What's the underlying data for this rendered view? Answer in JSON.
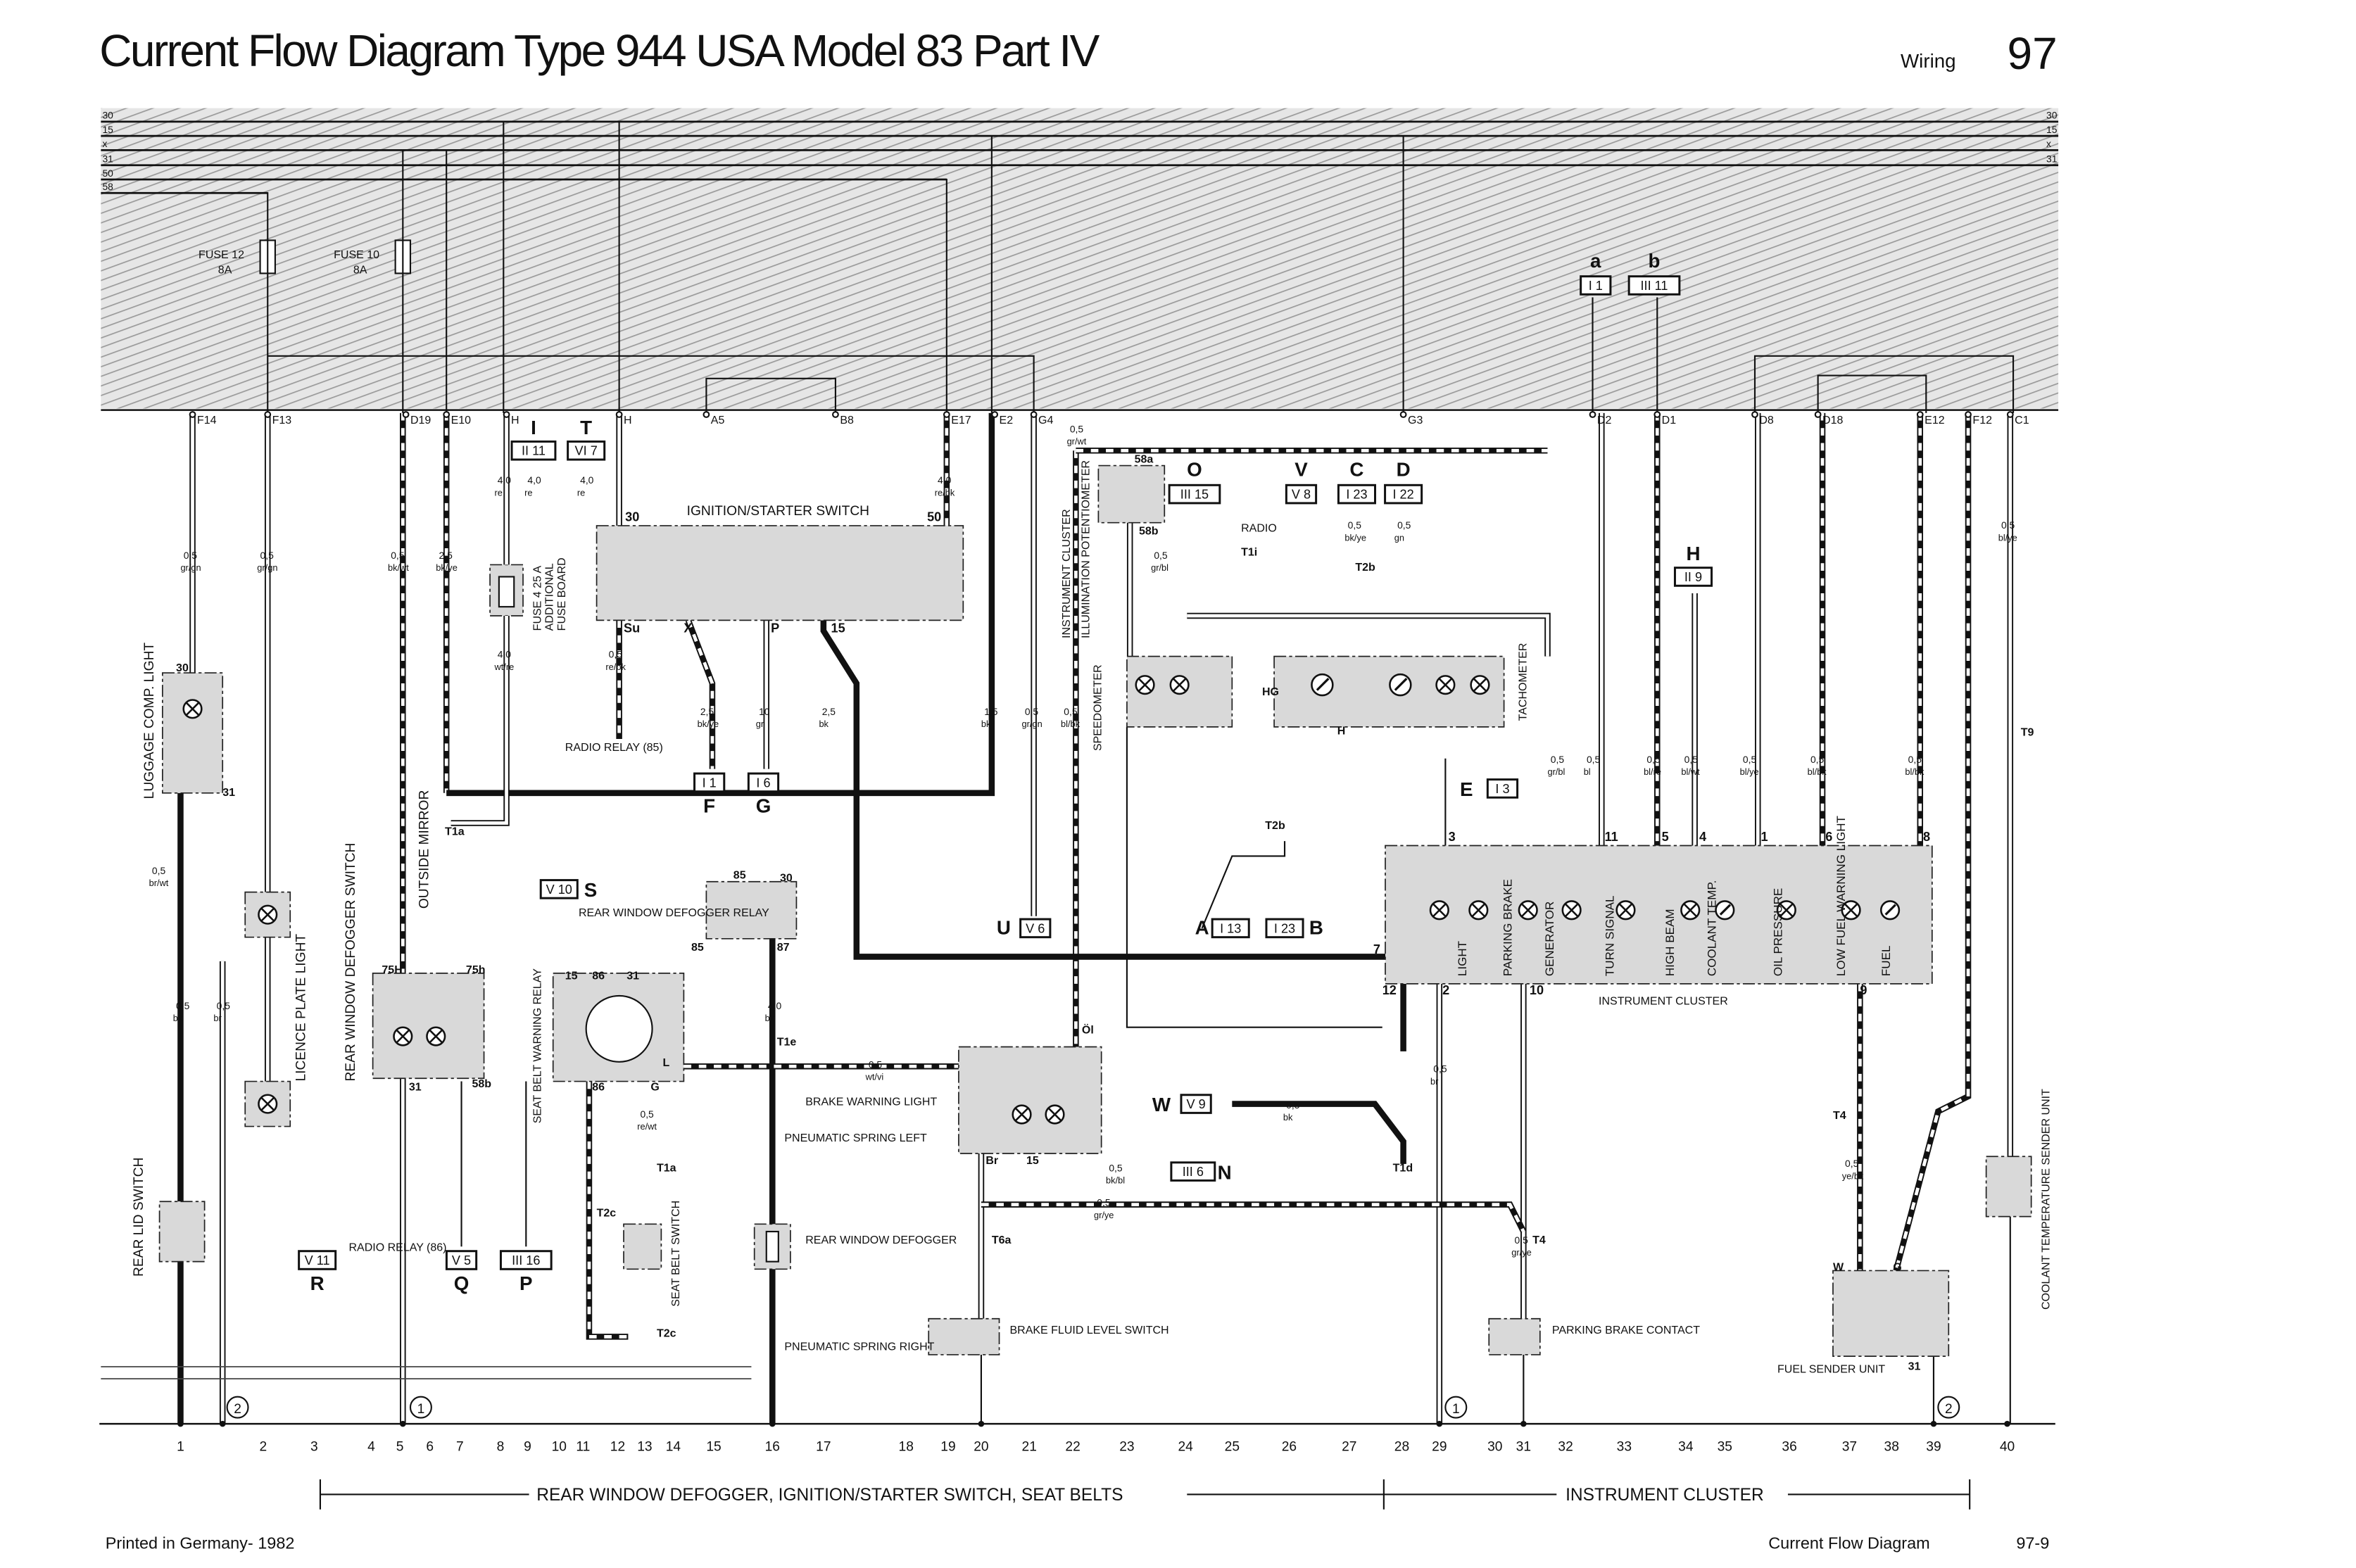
{
  "header": {
    "title": "Current Flow Diagram Type 944 USA  Model 83  Part IV",
    "section": "Wiring",
    "page": "97"
  },
  "bus_lines": [
    "30",
    "15",
    "x",
    "31",
    "50",
    "58"
  ],
  "fuses": [
    {
      "name": "FUSE 12",
      "rating": "8A"
    },
    {
      "name": "FUSE 10",
      "rating": "8A"
    },
    {
      "name": "FUSE 4  25 A",
      "sub": "ADDITIONAL",
      "sub2": "FUSE BOARD"
    }
  ],
  "terminals": [
    "F14",
    "F13",
    "D19",
    "E10",
    "H",
    "H",
    "A5",
    "B8",
    "E17",
    "E2",
    "G4",
    "G3",
    "D2",
    "D1",
    "D8",
    "D18",
    "E12",
    "F12",
    "C1"
  ],
  "connector_refs": [
    {
      "letter": "I",
      "ref": "II 11"
    },
    {
      "letter": "T",
      "ref": "VI 7"
    },
    {
      "letter": "a",
      "ref": "I 1"
    },
    {
      "letter": "b",
      "ref": "III 11"
    },
    {
      "letter": "O",
      "ref": "III 15"
    },
    {
      "letter": "V",
      "ref": "V 8"
    },
    {
      "letter": "C",
      "ref": "I 23"
    },
    {
      "letter": "D",
      "ref": "I 22"
    },
    {
      "letter": "H",
      "ref": "II 9"
    },
    {
      "letter": "E",
      "ref": "I 3"
    },
    {
      "letter": "F",
      "ref": "I 1"
    },
    {
      "letter": "G",
      "ref": "I 6"
    },
    {
      "letter": "U",
      "ref": "V 6"
    },
    {
      "letter": "A",
      "ref": "I 13"
    },
    {
      "letter": "B",
      "ref": "I 23"
    },
    {
      "letter": "S",
      "ref": "V 10"
    },
    {
      "letter": "R",
      "ref": "V 11"
    },
    {
      "letter": "Q",
      "ref": "V 5"
    },
    {
      "letter": "P",
      "ref": "III 16"
    },
    {
      "letter": "W",
      "ref": "V 9"
    },
    {
      "letter": "N",
      "ref": "III 6"
    }
  ],
  "components": {
    "luggage_light": "LUGGAGE COMP. LIGHT",
    "licence_light": "LICENCE PLATE LIGHT",
    "rear_lid_switch": "REAR LID SWITCH",
    "defogger_switch": "REAR WINDOW DEFOGGER SWITCH",
    "outside_mirror": "OUTSIDE MIRROR",
    "ignition_switch": "IGNITION/STARTER SWITCH",
    "radio_relay_85": "RADIO RELAY (85)",
    "radio_relay_86": "RADIO RELAY (86)",
    "seat_belt_relay": "SEAT BELT WARNING RELAY",
    "defogger_relay": "REAR WINDOW DEFOGGER RELAY",
    "seat_belt_switch": "SEAT BELT SWITCH",
    "spring_left": "PNEUMATIC SPRING LEFT",
    "rear_defogger": "REAR WINDOW DEFOGGER",
    "spring_right": "PNEUMATIC SPRING RIGHT",
    "brake_warning": "BRAKE WARNING LIGHT",
    "brake_fluid": "BRAKE FLUID LEVEL SWITCH",
    "instrument_cluster_v": "INSTRUMENT CLUSTER",
    "illum_pot": "ILLUMINATION POTENTIOMETER",
    "speedometer": "SPEEDOMETER",
    "tachometer": "TACHOMETER",
    "radio": "RADIO",
    "instrument_cluster": "INSTRUMENT CLUSTER",
    "parking_brake_contact": "PARKING BRAKE CONTACT",
    "fuel_sender": "FUEL SENDER UNIT",
    "coolant_sender": "COOLANT TEMPERATURE SENDER UNIT"
  },
  "cluster_indicators": [
    "LIGHT",
    "PARKING BRAKE",
    "GENERATOR",
    "TURN SIGNAL",
    "HIGH BEAM",
    "COOLANT TEMP.",
    "OIL PRESSURE",
    "LOW FUEL WARNING LIGHT",
    "FUEL"
  ],
  "cluster_pins": [
    "3",
    "11",
    "5",
    "4",
    "1",
    "6",
    "8",
    "7",
    "12",
    "2",
    "10",
    "9"
  ],
  "switch_pins": [
    "30",
    "50",
    "Su",
    "X",
    "P",
    "15"
  ],
  "misc_pins": [
    "58a",
    "58b",
    "75H",
    "75h",
    "58b",
    "31",
    "86",
    "30",
    "85",
    "87",
    "15",
    "31",
    "85",
    "86",
    "G",
    "L",
    "Öl",
    "Br",
    "15",
    "HG",
    "H",
    "W",
    "G",
    "31",
    "30",
    "31"
  ],
  "plug_labels": [
    "T1a",
    "T1e",
    "T2c",
    "T1a",
    "T2c",
    "T1d",
    "T4",
    "T4",
    "T6a",
    "T9",
    "T2b",
    "T1i",
    "T2b"
  ],
  "wire_labels": [
    [
      "0,5",
      "gr/gn"
    ],
    [
      "0,5",
      "gr/gn"
    ],
    [
      "0,5",
      "bk/wt"
    ],
    [
      "2,5",
      "bk/ye"
    ],
    [
      "4,0",
      "re"
    ],
    [
      "4,0",
      "re"
    ],
    [
      "4,0",
      "re"
    ],
    [
      "4,0",
      "re/bk"
    ],
    [
      "4,0",
      "wt/re"
    ],
    [
      "0,5",
      "re/bk"
    ],
    [
      "2,5",
      "bk/ye"
    ],
    [
      "10",
      "gr"
    ],
    [
      "2,5",
      "bk"
    ],
    [
      "1,5",
      "bk"
    ],
    [
      "0,5",
      "gr/gn"
    ],
    [
      "0,5",
      "bl/bk"
    ],
    [
      "0,5",
      "gr/wt"
    ],
    [
      "0,5",
      "gr/bl"
    ],
    [
      "0,5",
      "bk/ye"
    ],
    [
      "0,5",
      "gn"
    ],
    [
      "0,5",
      "gr/bl"
    ],
    [
      "0,5",
      "bl"
    ],
    [
      "0,5",
      "bl/re"
    ],
    [
      "0,5",
      "bl/wt"
    ],
    [
      "0,5",
      "bl/ye"
    ],
    [
      "0,5",
      "bl/bk"
    ],
    [
      "0,5",
      "bl/bk"
    ],
    [
      "0,5",
      "bl/ye"
    ],
    [
      "0,5",
      "br/wt"
    ],
    [
      "0,5",
      "bk"
    ],
    [
      "0,5",
      "br"
    ],
    [
      "4,0",
      "bk"
    ],
    [
      "0,5",
      "wt/vi"
    ],
    [
      "0,5",
      "bk/bl"
    ],
    [
      "0,5",
      "gr/ye"
    ],
    [
      "0,5",
      "ye/bk"
    ],
    [
      "0,5",
      "gr/ye"
    ],
    [
      "0,5",
      "bk"
    ],
    [
      "0,5",
      "br"
    ],
    [
      "0,5",
      "re/wt"
    ]
  ],
  "ground_refs": [
    "2",
    "1",
    "1",
    "2"
  ],
  "columns": [
    "1",
    "2",
    "3",
    "4",
    "5",
    "6",
    "7",
    "8",
    "9",
    "10",
    "11",
    "12",
    "13",
    "14",
    "15",
    "16",
    "17",
    "18",
    "19",
    "20",
    "21",
    "22",
    "23",
    "24",
    "25",
    "26",
    "27",
    "28",
    "29",
    "30",
    "31",
    "32",
    "33",
    "34",
    "35",
    "36",
    "37",
    "38",
    "39",
    "40"
  ],
  "sections": [
    "REAR WINDOW DEFOGGER, IGNITION/STARTER SWITCH, SEAT BELTS",
    "INSTRUMENT CLUSTER"
  ],
  "footer": {
    "left": "Printed in Germany- 1982",
    "center": "Current Flow Diagram",
    "right": "97-9"
  }
}
